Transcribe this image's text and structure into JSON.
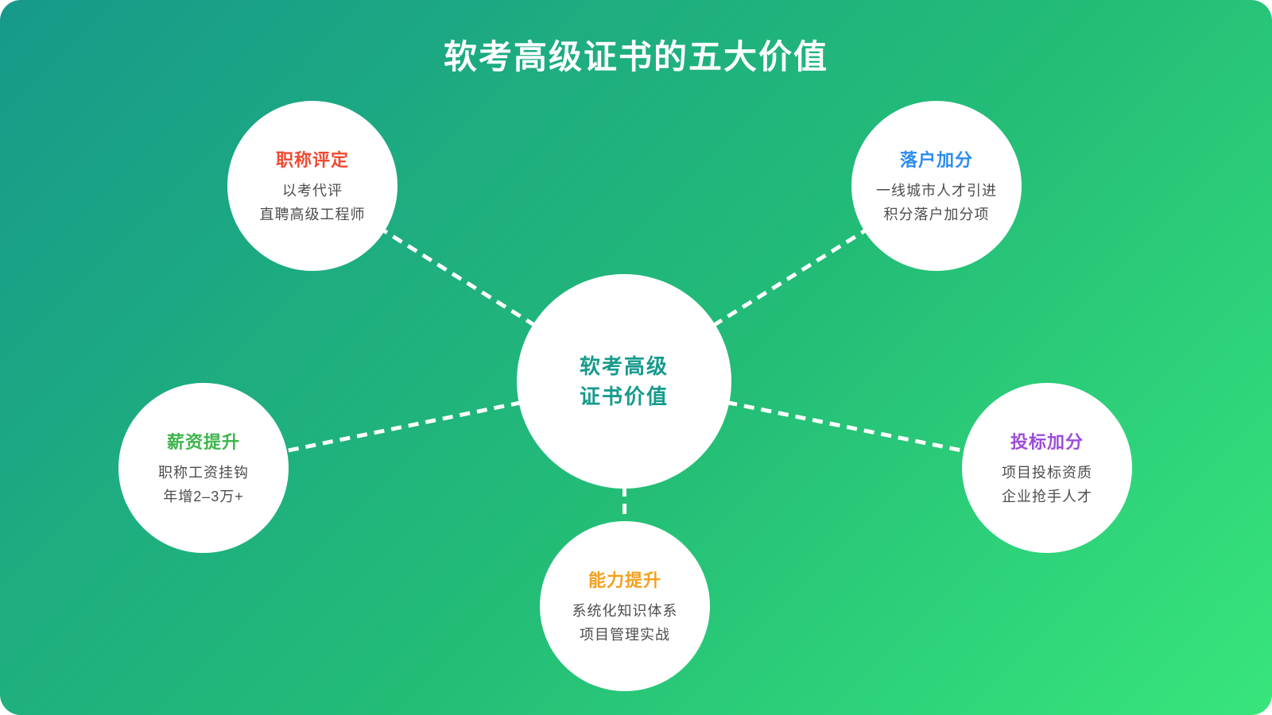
{
  "title": "软考高级证书的五大价值",
  "center": {
    "lines": [
      "软考高级",
      "证书价值"
    ],
    "text_color": "#169b8d"
  },
  "nodes": [
    {
      "title": "职称评定",
      "title_color": "#ee4b33",
      "lines": [
        "以考代评",
        "直聘高级工程师"
      ],
      "position": "top-left"
    },
    {
      "title": "落户加分",
      "title_color": "#2d8cf0",
      "lines": [
        "一线城市人才引进",
        "积分落户加分项"
      ],
      "position": "top-right"
    },
    {
      "title": "薪资提升",
      "title_color": "#3db54c",
      "lines": [
        "职称工资挂钩",
        "年增2–3万+"
      ],
      "position": "left"
    },
    {
      "title": "投标加分",
      "title_color": "#9c4ddb",
      "lines": [
        "项目投标资质",
        "企业抢手人才"
      ],
      "position": "right"
    },
    {
      "title": "能力提升",
      "title_color": "#f5a01e",
      "lines": [
        "系统化知识体系",
        "项目管理实战"
      ],
      "position": "bottom"
    }
  ],
  "colors": {
    "background_gradient_start": "#17998b",
    "background_gradient_end": "#38e57c",
    "connector_line": "#ffffff",
    "subtitle_text": "#4d4d4d",
    "circle_fill": "#ffffff"
  }
}
